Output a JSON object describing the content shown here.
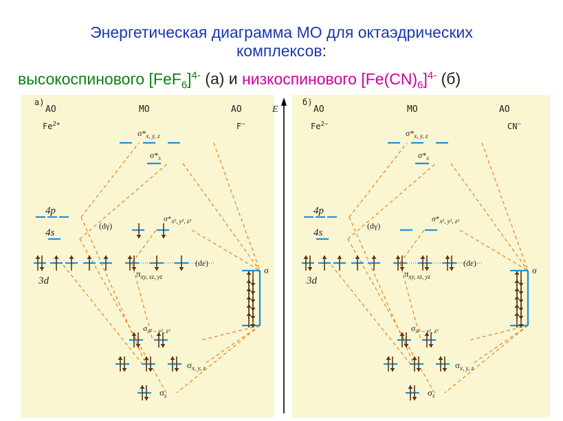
{
  "title": {
    "line1": "Энергетическая диаграмма МО для октаэдрических",
    "line2": "комплексов",
    "colon": ":",
    "hs_label": "высокоспинового ",
    "hs_formula": "[FeF",
    "hs_sub": "6",
    "hs_close": "]",
    "hs_sup": "4-",
    "a_tag": " (а) и ",
    "ls_label": "низкоспинового ",
    "ls_formula": "[Fe(CN)",
    "ls_sub": "6",
    "ls_close": "]",
    "ls_sup": "4-",
    "b_tag": " (б)"
  },
  "axis": {
    "label": "E"
  },
  "panel_a": {
    "tag": "а)",
    "ao_left": "АО",
    "mo": "МО",
    "ao_right": "АО",
    "metal_ion": "Fe",
    "metal_charge": "2+",
    "ligand": "F",
    "ligand_charge": "–",
    "orb_4p": "4p",
    "orb_4s": "4s",
    "orb_3d": "3d",
    "dgamma": "(dγ)",
    "deps": "(dε)",
    "sigma_star_xyz": "σ*",
    "sigma_star_xyz_sub": "x, y, z",
    "sigma_star_s": "σ*",
    "sigma_star_s_sub": "s",
    "sigma_star_eg": "σ*",
    "sigma_star_eg_sub": "x², y², z²",
    "pi": "π",
    "pi_sub": "xy, xz, yz",
    "sigma_lig": "σ",
    "sigma_eg": "σ",
    "sigma_eg_sub": "x² – y², z²",
    "sigma_xyz": "σ",
    "sigma_xyz_sub": "x, y, z",
    "sigma_s": "σ",
    "sigma_s_sub": "s"
  },
  "panel_b": {
    "tag": "б)",
    "ao_left": "АО",
    "mo": "МО",
    "ao_right": "АО",
    "metal_ion": "Fe",
    "metal_charge": "2–",
    "ligand": "CN",
    "ligand_charge": "–",
    "orb_4p": "4p",
    "orb_4s": "4s",
    "orb_3d": "3d",
    "dgamma": "(dγ)",
    "deps": "(dε)",
    "sigma_star_xyz": "σ*",
    "sigma_star_xyz_sub": "x, y, z",
    "sigma_star_s": "σ*",
    "sigma_star_s_sub": "s",
    "sigma_star_eg": "σ*",
    "sigma_star_eg_sub": "x², y², z²",
    "pi": "π",
    "pi_sub": "xy, xz, yz",
    "sigma_lig": "σ",
    "sigma_eg": "σ",
    "sigma_eg_sub": "x² – y², z²",
    "sigma_xyz": "σ",
    "sigma_xyz_sub": "x, y, z",
    "sigma_s": "σ",
    "sigma_s_sub": "s"
  },
  "colors": {
    "background": "#fbf6d2",
    "level": "#1e90d8",
    "connector": "#e8882a",
    "electron": "#5a3312",
    "title_blue": "#1a37b0",
    "title_green": "#0b7f12",
    "title_magenta": "#cc00a0"
  }
}
